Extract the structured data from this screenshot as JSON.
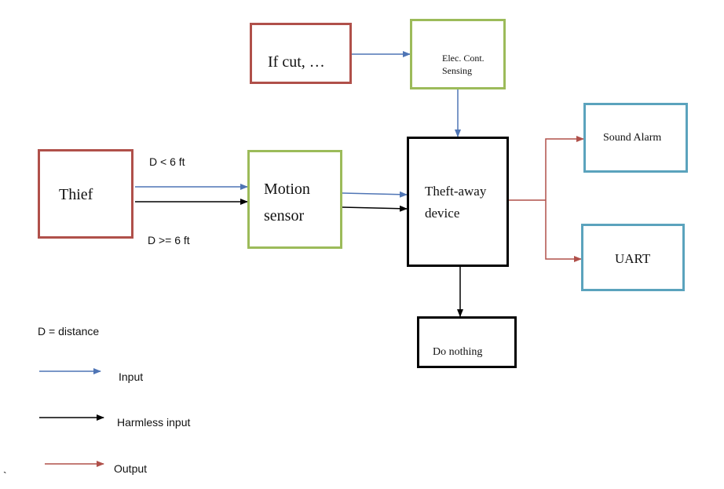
{
  "colors": {
    "red_box": "#b0504a",
    "green_box": "#9cbb5a",
    "blue_box": "#5ba3bd",
    "black_box": "#000000",
    "input_arrow": "#4f75b5",
    "harmless_arrow": "#000000",
    "output_arrow": "#b0504a"
  },
  "nodes": {
    "if_cut": "If cut, …",
    "elec_sensing_line1": "Elec. Cont.",
    "elec_sensing_line2": "Sensing",
    "thief": "Thief",
    "motion_line1": "Motion",
    "motion_line2": "sensor",
    "theft_line1": "Theft-away",
    "theft_line2": "device",
    "sound_alarm": "Sound Alarm",
    "uart": "UART",
    "do_nothing": "Do nothing"
  },
  "edge_labels": {
    "near": "D < 6 ft",
    "far": "D >= 6 ft"
  },
  "legend": {
    "definition": "D = distance",
    "input": "Input",
    "harmless": "Harmless input",
    "output": "Output"
  },
  "stray_mark": "`"
}
